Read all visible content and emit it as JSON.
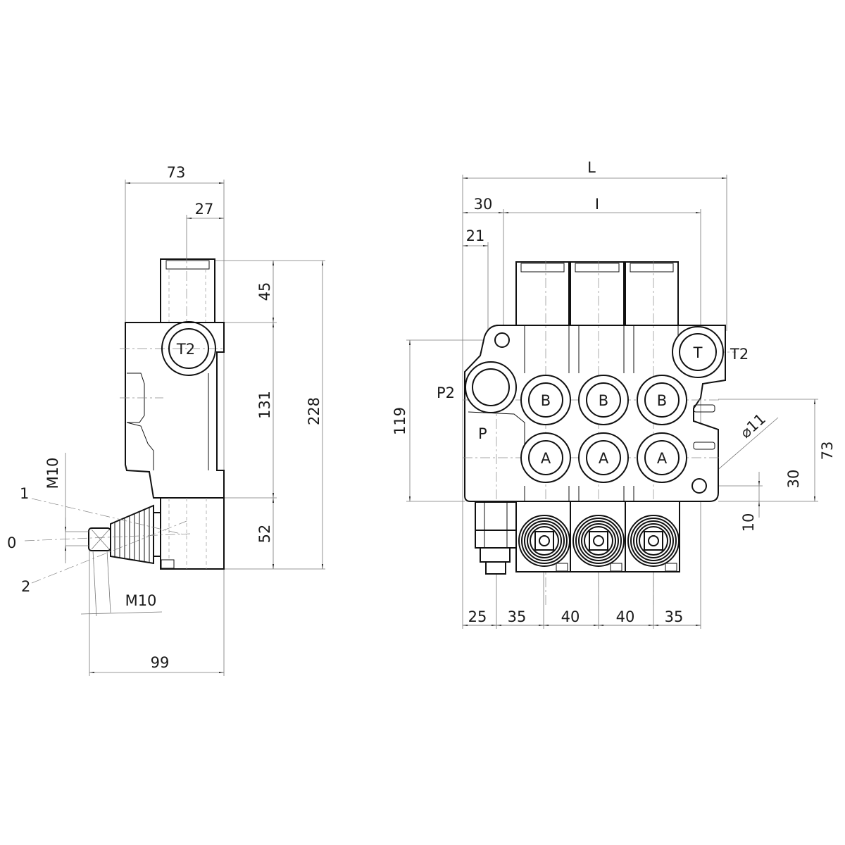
{
  "side_view": {
    "dims": {
      "width": "73",
      "offset": "27",
      "cap_height": "45",
      "body_height": "131",
      "bottom_height": "52",
      "total_height": "228",
      "lever_length": "99"
    },
    "port_label": "T2",
    "thread_vertical": "M10",
    "thread_horizontal": "M10",
    "lever_positions": {
      "pos1": "1",
      "pos0": "0",
      "pos2": "2"
    }
  },
  "front_view": {
    "dims": {
      "length": "L",
      "inner_length": "I",
      "offset_30": "30",
      "offset_21": "21",
      "height_119": "119",
      "height_73": "73",
      "height_30": "30",
      "height_10": "10",
      "hole_dia": "⌀11"
    },
    "bottom_dims": [
      "25",
      "35",
      "40",
      "40",
      "35"
    ],
    "ports": {
      "tank": "T",
      "tank2": "T2",
      "pressure2": "P2",
      "pressure": "P"
    },
    "b_ports": [
      "B",
      "B",
      "B"
    ],
    "a_ports": [
      "A",
      "A",
      "A"
    ]
  }
}
